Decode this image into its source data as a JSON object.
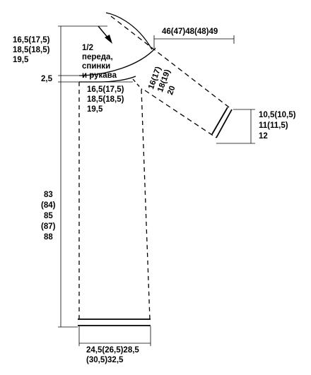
{
  "labels": {
    "piece_name_1": "1/2",
    "piece_name_2": "переда,",
    "piece_name_3": "спинки",
    "piece_name_4": "и рукава",
    "raglan_height_1": "16,5(17,5)",
    "raglan_height_2": "18,5(18,5)",
    "raglan_height_3": "19,5",
    "neck_drop": "2,5",
    "front_raglan_1": "16,5(17,5)",
    "front_raglan_2": "18,5(18,5)",
    "front_raglan_3": "19,5",
    "body_length_1": "83",
    "body_length_2": "(84)",
    "body_length_3": "85",
    "body_length_4": "(87)",
    "body_length_5": "88",
    "sleeve_length": "46(47)48(48)49",
    "sleeve_raglan_1": "16(17)",
    "sleeve_raglan_2": "18(19)",
    "sleeve_raglan_3": "20",
    "cuff_width_1": "10,5(10,5)",
    "cuff_width_2": "11(11,5)",
    "cuff_width_3": "12",
    "hem_width_1": "24,5(26,5)28,5",
    "hem_width_2": "(30,5)32,5"
  },
  "colors": {
    "ink": "#000000",
    "background": "#ffffff"
  },
  "icons": {
    "knit_direction": "arrow-down-right-icon"
  }
}
